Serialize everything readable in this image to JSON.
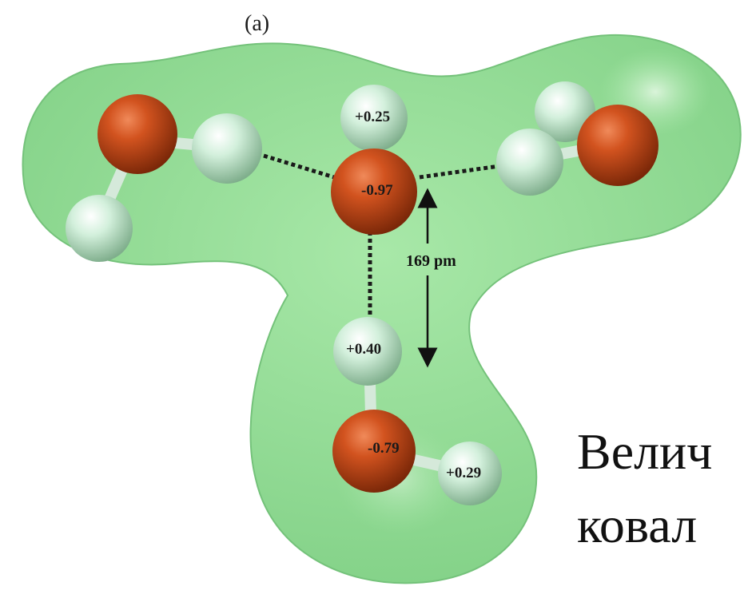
{
  "figure": {
    "panel_label": "(a)",
    "distance_label": "169 pm",
    "charges": {
      "top_h": "+0.25",
      "center_o": "-0.97",
      "bottom_h_upper": "+0.40",
      "bottom_o": "-0.79",
      "bottom_h_right": "+0.29"
    }
  },
  "slide_text": {
    "line1": "Велич",
    "line2": "ковал"
  },
  "colors": {
    "surface": "#8fdc8f",
    "oxygen": "#c44a1f",
    "hydrogen": "#bfe8cc",
    "bond_dash": "#1a1a1a"
  }
}
